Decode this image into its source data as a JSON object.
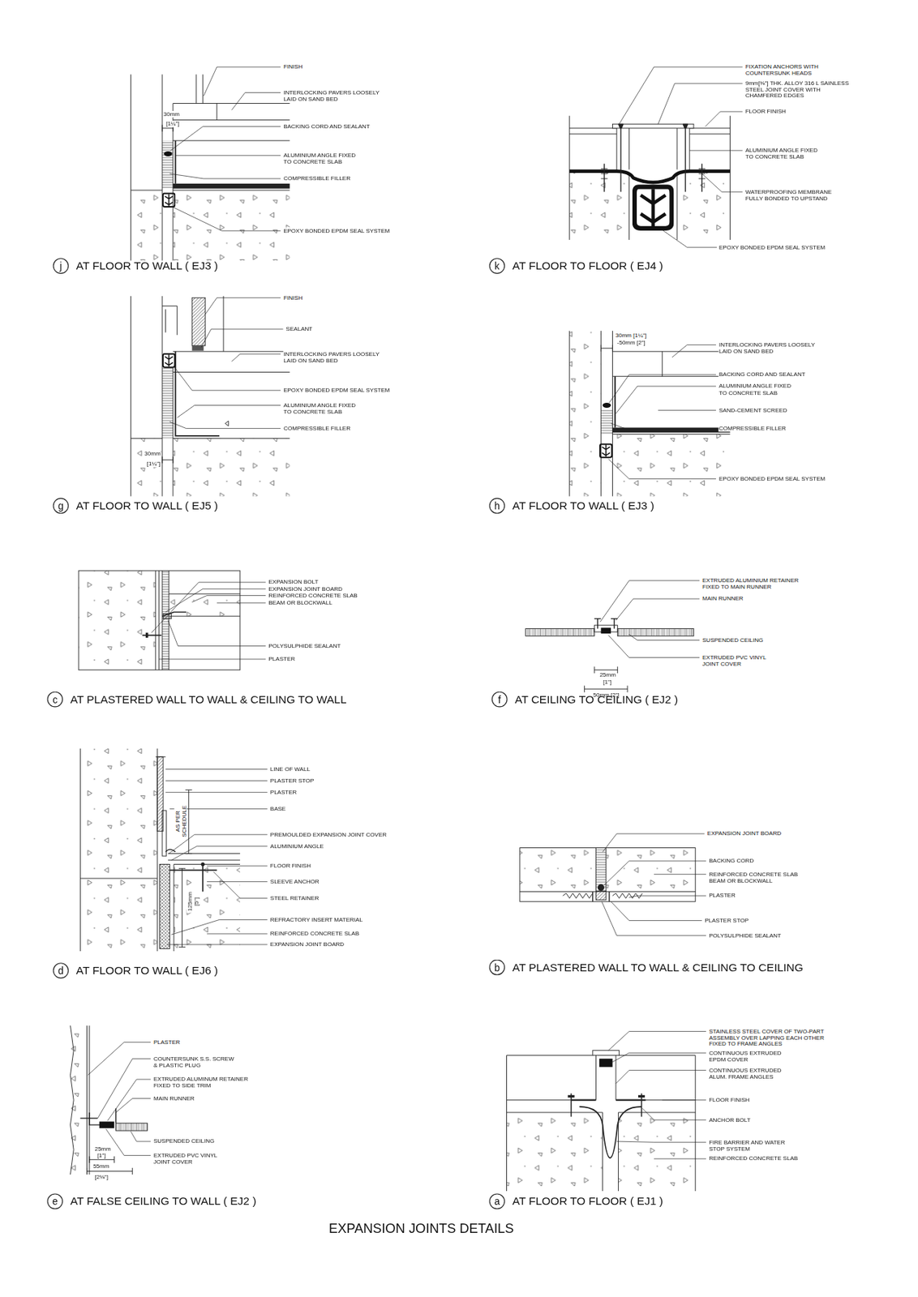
{
  "diagram": {
    "title": "EXPANSION JOINTS DETAILS",
    "nodes": [
      {
        "text": [
          "j",
          "AT FLOOR TO WALL ( EJ3 )"
        ]
      },
      {
        "text": [
          "k",
          "AT FLOOR TO FLOOR ( EJ4 )"
        ]
      },
      {
        "text": [
          "g",
          "AT FLOOR TO WALL ( EJ5 )"
        ]
      },
      {
        "text": [
          "h",
          "AT FLOOR TO WALL ( EJ3 )"
        ]
      },
      {
        "text": [
          "c",
          "AT PLASTERED WALL TO WALL & CEILING TO WALL"
        ]
      },
      {
        "text": [
          "f",
          "AT CEILING TO CEILING ( EJ2 )"
        ]
      },
      {
        "text": [
          "d",
          "AT FLOOR TO WALL ( EJ6 )"
        ]
      },
      {
        "text": [
          "b",
          "AT PLASTERED WALL TO WALL & CEILING TO CEILING"
        ]
      },
      {
        "text": [
          "e",
          "AT FALSE CEILING TO WALL ( EJ2 )"
        ]
      },
      {
        "text": [
          "a",
          "AT FLOOR TO FLOOR ( EJ1 )"
        ]
      }
    ],
    "labels": [
      "FINISH",
      "INTERLOCKING PAVERS LOOSELY LAID ON SAND BED",
      "BACKING CORD AND SEALANT",
      "ALUMINIUM ANGLE FIXED TO CONCRETE SLAB",
      "COMPRESSIBLE FILLER",
      "EPOXY BONDED EPDM SEAL SYSTEM",
      "30mm",
      "[1¼\"]",
      "FIXATION ANCHORS WITH COUNTERSUNK HEADS",
      "9mm[⅜\"] THK. ALLOY 316 L SAINLESS STEEL JOINT COVER WITH CHAMFERED EDGES",
      "FLOOR FINISH",
      "ALUMINIUM ANGLE FIXED TO CONCRETE SLAB",
      "WATERPROOFING MEMBRANE FULLY BONDED TO UPSTAND",
      "EPOXY BONDED EPDM SEAL SYSTEM",
      "FINISH",
      "SEALANT",
      "INTERLOCKING PAVERS LOOSELY LAID ON SAND BED",
      "EPOXY BONDED EPDM SEAL SYSTEM",
      "ALUMINIUM ANGLE FIXED TO CONCRETE SLAB",
      "COMPRESSIBLE FILLER",
      "30mm",
      "[1¼\"]",
      "30mm [1¼\"]",
      "-50mm [2\"]",
      "INTERLOCKING PAVERS LOOSELY LAID ON SAND BED",
      "BACKING CORD AND SEALANT",
      "ALUMINIUM ANGLE FIXED TO CONCRETE SLAB",
      "SAND-CEMENT SCREED",
      "COMPRESSIBLE FILLER",
      "EPOXY BONDED EPDM SEAL SYSTEM",
      "EXPANSION BOLT",
      "EXPANSION JOINT BOARD",
      "REINFORCED CONCRETE SLAB",
      "BEAM OR BLOCKWALL",
      "POLYSULPHIDE SEALANT",
      "PLASTER",
      "EXTRUDED ALUMINIUM RETAINER FIXED TO MAIN RUNNER",
      "MAIN RUNNER",
      "SUSPENDED CEILING",
      "EXTRUDED PVC VINYL JOINT COVER",
      "25mm",
      "[1\"]",
      "50mm [2\"]",
      "LINE OF WALL",
      "PLASTER STOP",
      "PLASTER",
      "BASE",
      "PREMOULDED EXPANSION JOINT COVER",
      "ALUMINIUM ANGLE",
      "FLOOR FINISH",
      "SLEEVE ANCHOR",
      "STEEL RETAINER",
      "REFRACTORY INSERT MATERIAL",
      "REINFORCED CONCRETE SLAB",
      "EXPANSION JOINT BOARD",
      "AS PER SCHEDULE",
      "125mm [5\"]",
      "EXPANSION JOINT BOARD",
      "BACKING CORD",
      "REINFORCED CONCRETE SLAB BEAM OR BLOCKWALL",
      "PLASTER",
      "PLASTER STOP",
      "POLYSULPHIDE SEALANT",
      "PLASTER",
      "COUNTERSUNK S.S. SCREW & PLASTIC PLUG",
      "EXTRUDED ALUMINUM RETAINER FIXED TO SIDE TRIM",
      "MAIN RUNNER",
      "SUSPENDED CEILING",
      "EXTRUDED PVC VINYL JOINT COVER",
      "25mm",
      "[1\"]",
      "55mm",
      "[2⅛\"]",
      "STAINLESS STEEL COVER OF TWO-PART ASSEMBLY OVER LAPPING EACH OTHER FIXED TO FRAME ANGLES",
      "CONTINUOUS EXTRUDED EPDM COVER",
      "CONTINUOUS EXTRUDED ALUM. FRAME ANGLES",
      "FLOOR FINISH",
      "ANCHOR BOLT",
      "FIRE BARRIER AND WATER STOP SYSTEM",
      "REINFORCED CONCRETE SLAB"
    ]
  }
}
